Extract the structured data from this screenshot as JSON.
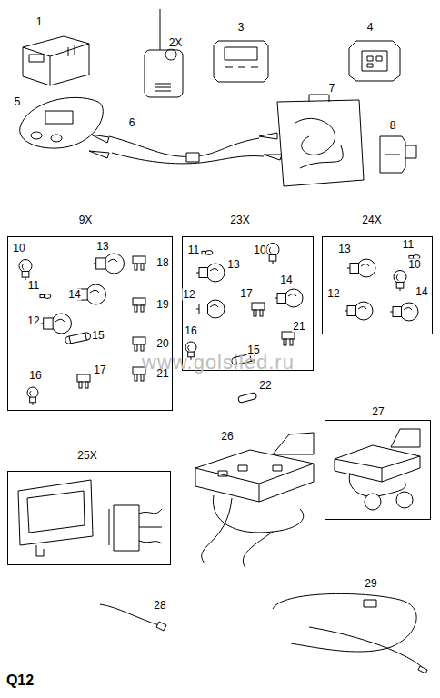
{
  "diagram": {
    "nodes": [
      {
        "text": [
          "9X",
          "10",
          "13",
          "18",
          "11",
          "14",
          "19",
          "12",
          "15",
          "20",
          "16",
          "17",
          "21"
        ]
      },
      {
        "text": [
          "23X",
          "11",
          "10",
          "13",
          "14",
          "12",
          "17",
          "16",
          "21",
          "15"
        ]
      },
      {
        "text": [
          "24X",
          "13",
          "11",
          "10",
          "12",
          "14"
        ]
      },
      {
        "text": [
          "27"
        ]
      },
      {
        "text": [
          "25X"
        ]
      }
    ],
    "labels": [
      "1",
      "2X",
      "3",
      "4",
      "5",
      "6",
      "7",
      "8",
      "22",
      "26",
      "28",
      "29",
      "Q12",
      "www.golsiled.ru"
    ]
  }
}
